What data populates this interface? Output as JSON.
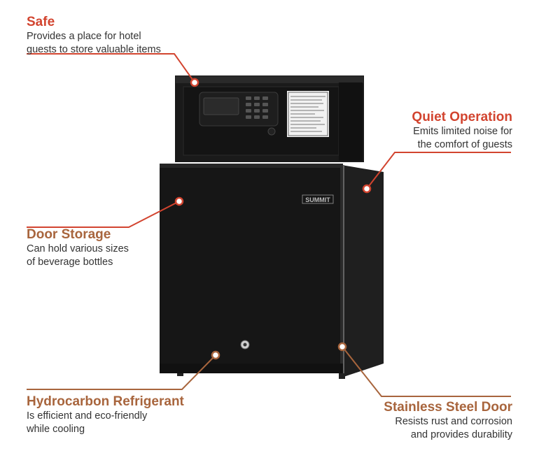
{
  "colors": {
    "accent_red": "#d2442f",
    "accent_brown": "#a8653d",
    "body_text": "#333333",
    "appliance_black": "#151515"
  },
  "callouts": {
    "safe": {
      "title": "Safe",
      "lines": [
        "Provides a place for hotel",
        "guests to store valuable items"
      ],
      "color": "#d2442f"
    },
    "quiet": {
      "title": "Quiet Operation",
      "lines": [
        "Emits limited noise for",
        "the comfort of guests"
      ],
      "color": "#d2442f"
    },
    "door_storage": {
      "title": "Door Storage",
      "lines": [
        "Can hold various sizes",
        "of beverage bottles"
      ],
      "color": "#a8653d"
    },
    "refrigerant": {
      "title": "Hydrocarbon Refrigerant",
      "lines": [
        "Is efficient and eco-friendly",
        "while cooling"
      ],
      "color": "#a8653d"
    },
    "steel_door": {
      "title": "Stainless Steel Door",
      "lines": [
        "Resists rust and corrosion",
        "and provides durability"
      ],
      "color": "#a8653d"
    }
  },
  "product": {
    "brand_logo": "SUMMIT",
    "icons": [
      "keypad-icon",
      "lock-icon",
      "handle-icon"
    ]
  }
}
